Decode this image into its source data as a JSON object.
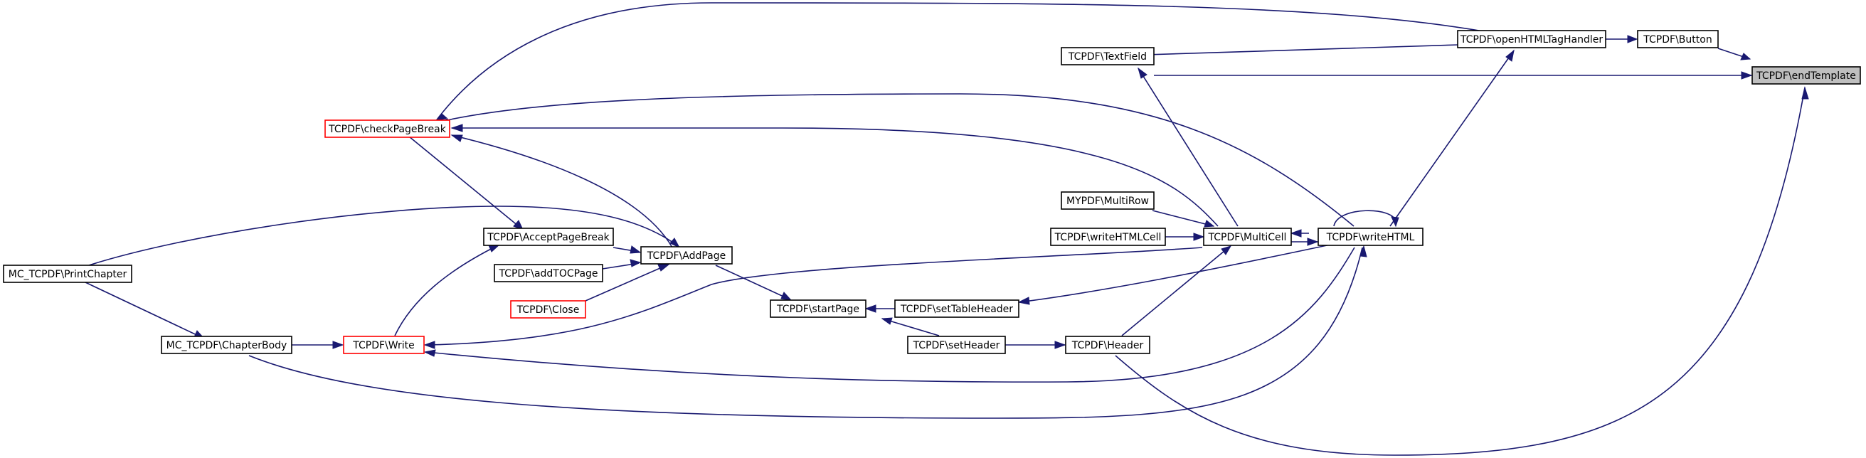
{
  "nodes": {
    "endTemplate": "TCPDF\\endTemplate",
    "button": "TCPDF\\Button",
    "openHTMLTagHandler": "TCPDF\\openHTMLTagHandler",
    "textField": "TCPDF\\TextField",
    "checkPageBreak": "TCPDF\\checkPageBreak",
    "multiRow": "MYPDF\\MultiRow",
    "writeHTMLCell": "TCPDF\\writeHTMLCell",
    "multiCell": "TCPDF\\MultiCell",
    "writeHTML": "TCPDF\\writeHTML",
    "acceptPageBreak": "TCPDF\\AcceptPageBreak",
    "addPage": "TCPDF\\AddPage",
    "addTOCPage": "TCPDF\\addTOCPage",
    "close": "TCPDF\\Close",
    "printChapter": "MC_TCPDF\\PrintChapter",
    "startPage": "TCPDF\\startPage",
    "setTableHeader": "TCPDF\\setTableHeader",
    "chapterBody": "MC_TCPDF\\ChapterBody",
    "write": "TCPDF\\Write",
    "setHeader": "TCPDF\\setHeader",
    "header": "TCPDF\\Header"
  },
  "colors": {
    "edge": "#191970",
    "node_border": "#000000",
    "truncated_node_border": "#ff0000",
    "root_fill": "#bfbfbf"
  }
}
